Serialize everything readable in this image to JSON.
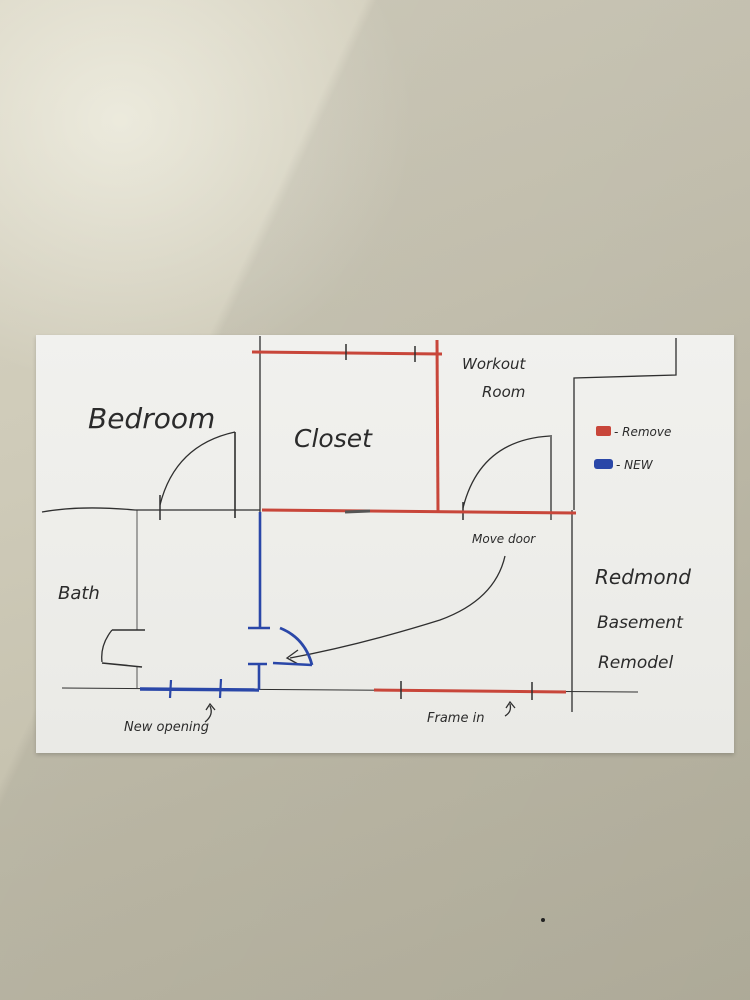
{
  "sketch": {
    "title_lines": [
      "Redmond",
      "Basement",
      "Remodel"
    ],
    "rooms": {
      "bedroom": "Bedroom",
      "closet": "Closet",
      "workout_line1": "Workout",
      "workout_line2": "Room",
      "bath": "Bath"
    },
    "annotations": {
      "move_door": "Move door",
      "new_opening": "New opening",
      "frame_in": "Frame in"
    },
    "legend": [
      {
        "label": "- Remove",
        "color": "#c8463a"
      },
      {
        "label": "- NEW",
        "color": "#2a47a8"
      }
    ],
    "colors": {
      "remove": "#c8463a",
      "new": "#2a47a8",
      "pencil": "#2f2f2f"
    }
  }
}
